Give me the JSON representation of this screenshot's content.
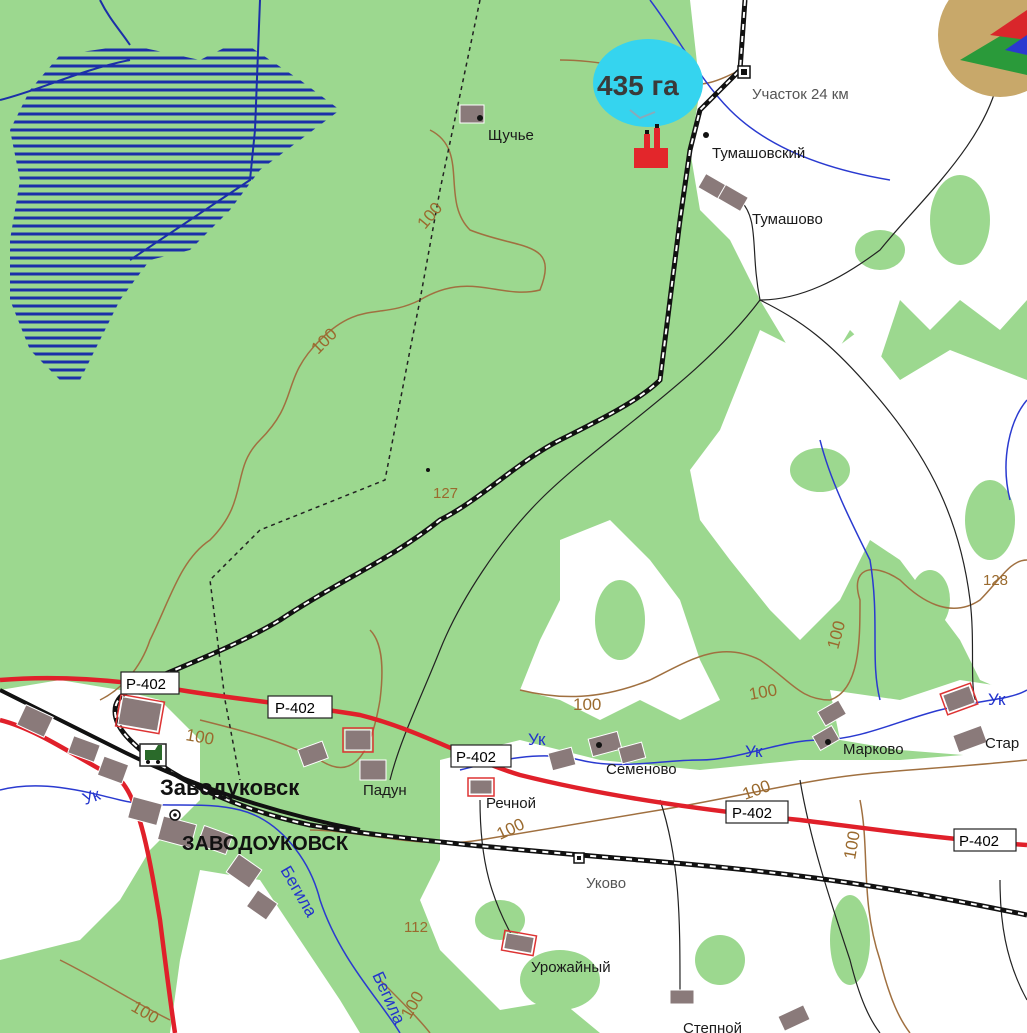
{
  "area_badge": {
    "text": "435 га",
    "color": "#35d4ef"
  },
  "colors": {
    "forest": "#9cd88f",
    "open": "#ffffff",
    "water": "#1b2fa8",
    "road_main": "#e0202a",
    "contour": "#a07040",
    "rail": "#111111",
    "building": "#8a7a7a"
  },
  "settlements": {
    "uchastok": "Участок 24 км",
    "schuchye": "Щучье",
    "tumashovsky": "Тумашовский",
    "tumashovo": "Тумашово",
    "markovo": "Марково",
    "star": "Стар",
    "semenovo": "Семеново",
    "padun": "Падун",
    "rechnoy": "Речной",
    "zavodoukovsk": "Заводуковск",
    "zavodoukovsk_caps": "ЗАВОДОУКОВСК",
    "ukovo": "Уково",
    "urozhainy": "Урожайный",
    "stepnoy": "Степной"
  },
  "roads": {
    "r402": "Р-402"
  },
  "rivers": {
    "uk": "Ук",
    "begila": "Бегила"
  },
  "contours": {
    "c100": "100"
  },
  "heights": {
    "h127": "127",
    "h128": "128",
    "h112": "112"
  },
  "icons": {
    "factory": "factory-icon",
    "station": "railway-station-icon",
    "city_center": "city-center-icon",
    "rail_stop": "rail-stop-icon",
    "logo": "logo-emblem"
  }
}
